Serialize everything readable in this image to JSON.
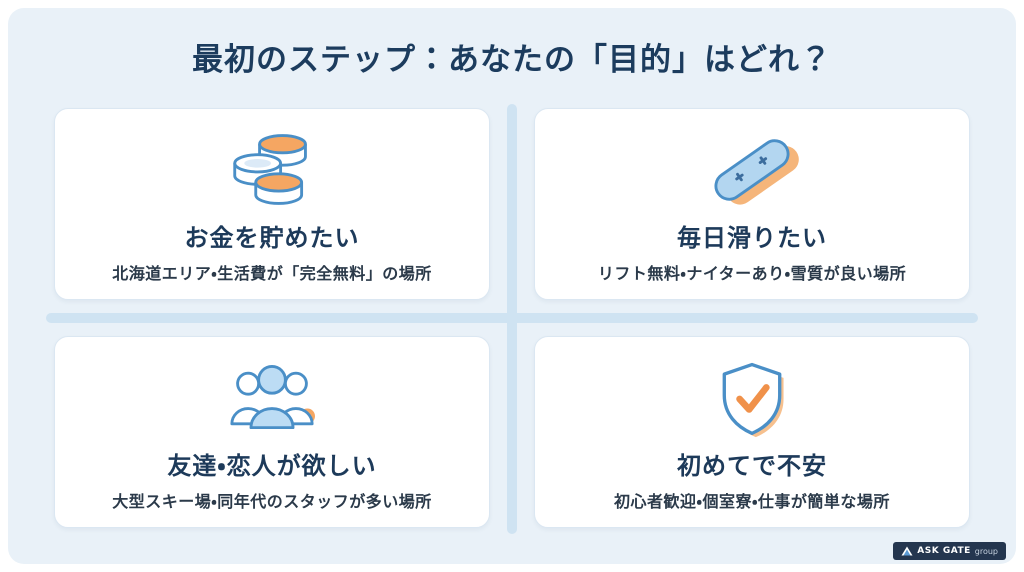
{
  "page": {
    "title": "最初のステップ：あなたの「目的」はどれ？"
  },
  "cards": [
    {
      "icon": "coins-icon",
      "heading": "お金を貯めたい",
      "subtitle": "北海道エリア・生活費が「完全無料」の場所"
    },
    {
      "icon": "snowboard-icon",
      "heading": "毎日滑りたい",
      "subtitle": "リフト無料・ナイターあり・雪質が良い場所"
    },
    {
      "icon": "people-icon",
      "heading": "友達・恋人が欲しい",
      "subtitle": "大型スキー場・同年代のスタッフが多い場所"
    },
    {
      "icon": "shield-check-icon",
      "heading": "初めてで不安",
      "subtitle": "初心者歓迎・個室寮・仕事が簡単な場所"
    }
  ],
  "footer": {
    "logo_main": "ASK GATE",
    "logo_sub": "group"
  },
  "colors": {
    "background": "#e9f1f8",
    "card_background": "#ffffff",
    "title_text": "#1c3c5e",
    "heading_text": "#1d3a5a",
    "subtitle_text": "#2b3a4a",
    "icon_stroke_blue": "#4a8fc7",
    "icon_fill_blue": "#b3d6f0",
    "accent_orange": "#f5a662",
    "check_orange": "#f0914a",
    "divider": "#cfe3f2",
    "logo_background": "#24364f"
  }
}
